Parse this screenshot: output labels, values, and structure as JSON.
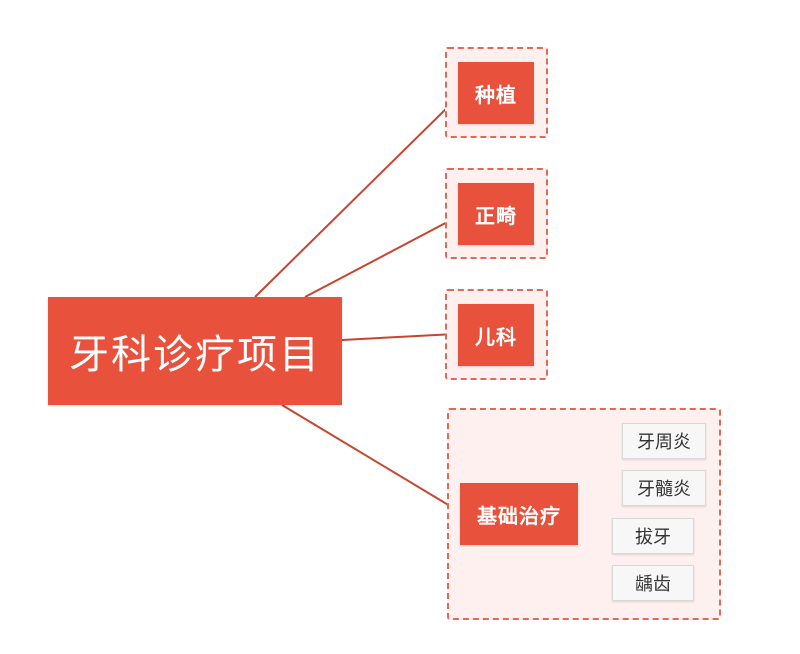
{
  "diagram": {
    "root": {
      "label": "牙科诊疗项目"
    },
    "branches": [
      {
        "label": "种植"
      },
      {
        "label": "正畸"
      },
      {
        "label": "儿科"
      },
      {
        "label": "基础治疗",
        "children": [
          {
            "label": "牙周炎"
          },
          {
            "label": "牙髓炎"
          },
          {
            "label": "拔牙"
          },
          {
            "label": "龋齿"
          }
        ]
      }
    ]
  },
  "colors": {
    "node_fill": "#e8523d",
    "connector": "#c8442f",
    "dashed_border": "#e06a57",
    "group_fill": "#fdf0ee",
    "leaf_fill": "#f7f7f7"
  }
}
